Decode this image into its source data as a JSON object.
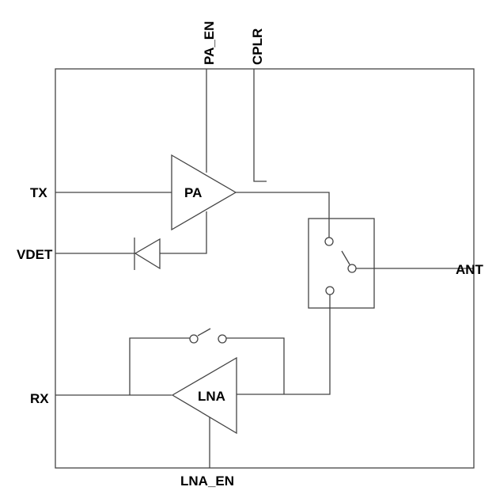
{
  "labels": {
    "pa_en": "PA_EN",
    "cplr": "CPLR",
    "tx": "TX",
    "vdet": "VDET",
    "rx": "RX",
    "ant": "ANT",
    "lna_en": "LNA_EN",
    "pa": "PA",
    "lna": "LNA"
  }
}
